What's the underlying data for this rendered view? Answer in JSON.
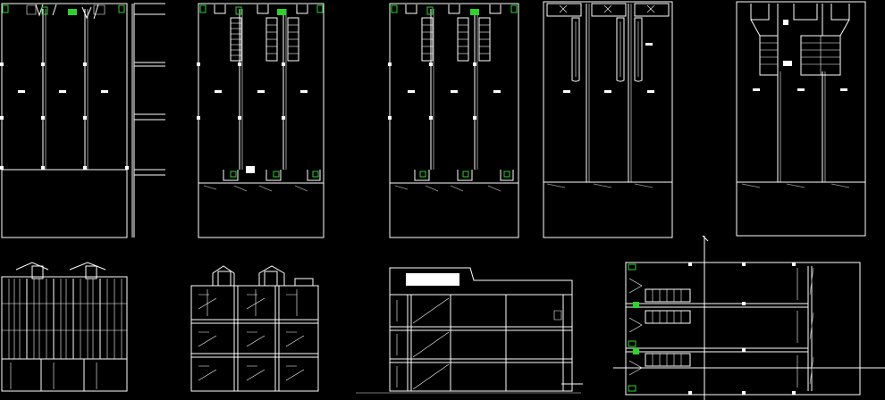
{
  "drawing": {
    "background": "#000000",
    "line_color": "#ffffff",
    "symbol_color": "#2fd12f",
    "accent_color": "#9a9a9a"
  },
  "views": [
    {
      "id": "plan-ground",
      "kind": "floor-plan"
    },
    {
      "id": "plan-first",
      "kind": "floor-plan"
    },
    {
      "id": "plan-second",
      "kind": "floor-plan"
    },
    {
      "id": "plan-roof",
      "kind": "floor-plan"
    },
    {
      "id": "plan-terrace",
      "kind": "floor-plan"
    },
    {
      "id": "elevation-front",
      "kind": "elevation"
    },
    {
      "id": "section-transverse",
      "kind": "section"
    },
    {
      "id": "section-longitudinal",
      "kind": "section"
    },
    {
      "id": "plan-rotated",
      "kind": "floor-plan"
    }
  ]
}
